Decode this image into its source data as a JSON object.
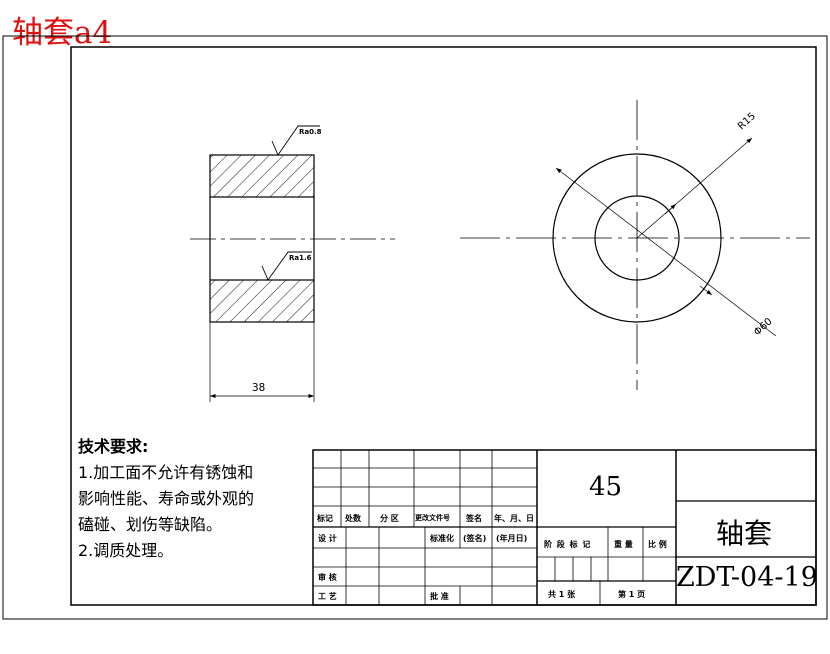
{
  "header": {
    "title": "轴套a4"
  },
  "drawing": {
    "roughness_top": "Ra0.8",
    "roughness_bore": "Ra1.6",
    "dim_length": "38",
    "dim_radius": "R15",
    "dim_diameter": "Φ60"
  },
  "tech_requirements": {
    "title": "技术要求:",
    "lines": [
      "1.加工面不允许有锈蚀和",
      "影响性能、寿命或外观的",
      "磕碰、划伤等缺陷。",
      "2.调质处理。"
    ]
  },
  "title_block": {
    "material": "45",
    "part_name": "轴套",
    "drawing_no": "ZDT-04-19",
    "labels": {
      "biaoji": "标记",
      "chushu": "处数",
      "fenqu": "分 区",
      "gengai": "更改文件号",
      "qianming": "签名",
      "date": "年、月、日",
      "sheji": "设 计",
      "biaozhunhua": "标准化",
      "qianming2": "(签名)",
      "date2": "(年月日)",
      "jieduan": "阶 段 标 记",
      "zhongliang": "重 量",
      "bili": "比 例",
      "shenhe": "审 核",
      "gongyi": "工 艺",
      "pizhun": "批 准",
      "total_sheets": "共 1 张",
      "sheet_no": "第 1 页"
    }
  }
}
